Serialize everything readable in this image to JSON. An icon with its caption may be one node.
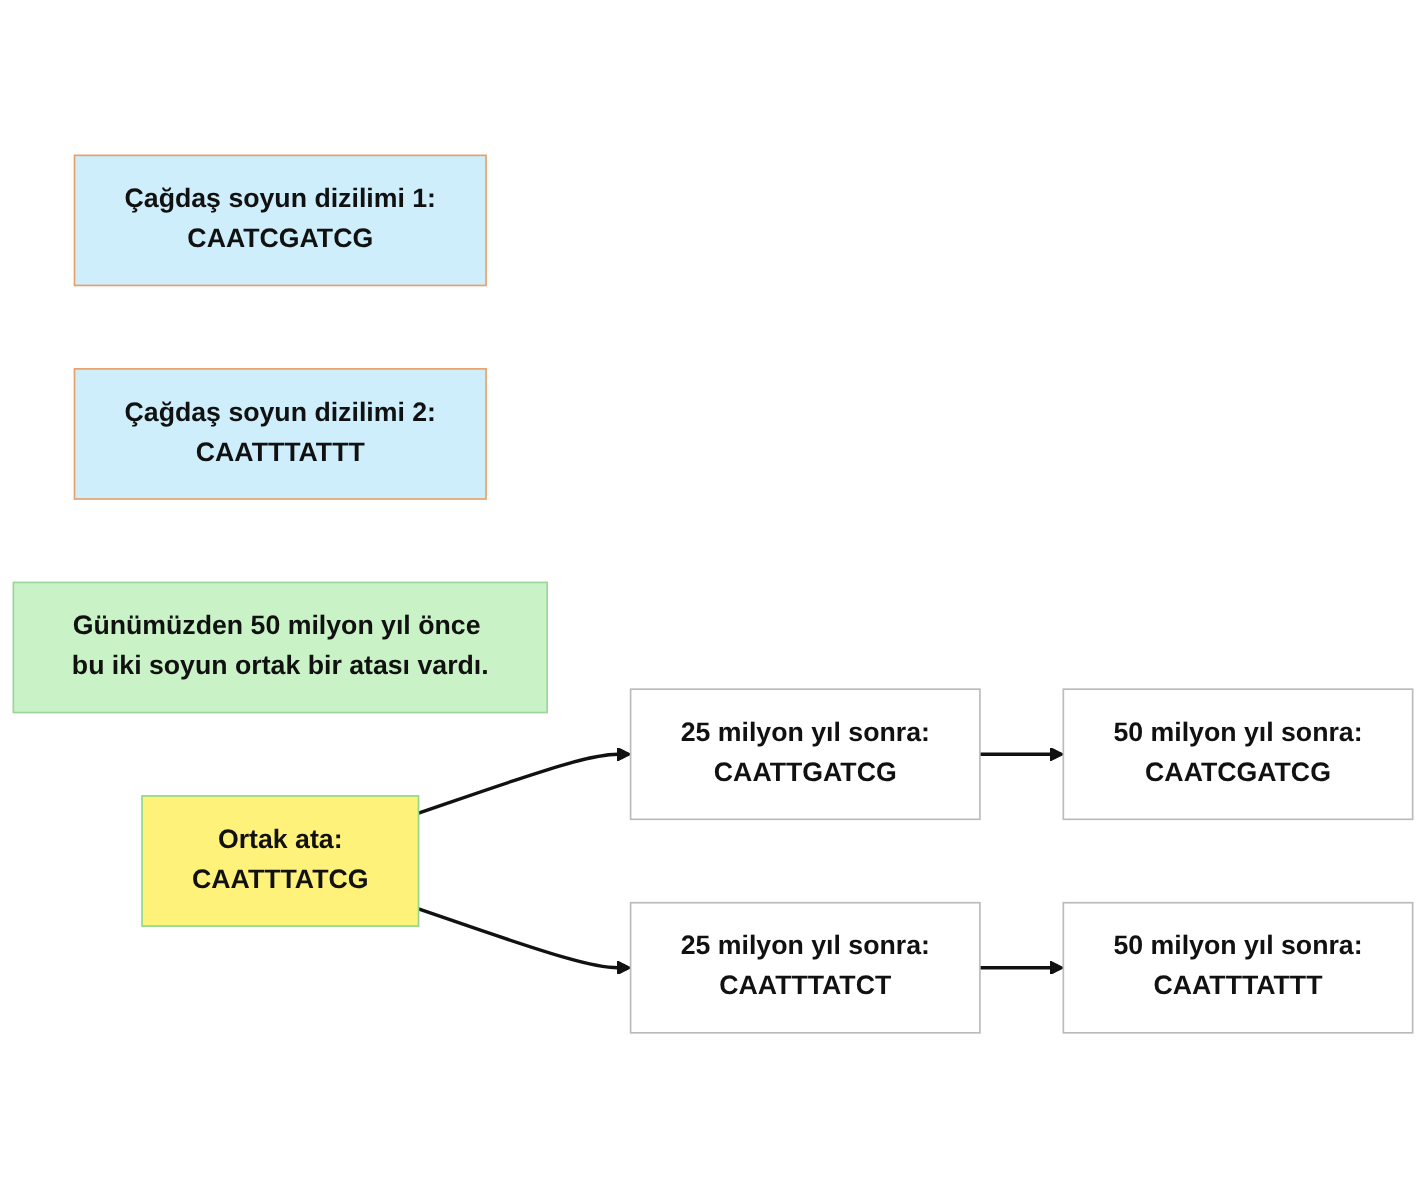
{
  "diagram": {
    "nodes": [
      {
        "text": [
          "Çağdaş soyun dizilimi 1:",
          "CAATCGATCG"
        ]
      },
      {
        "text": [
          "Çağdaş soyun dizilimi 2:",
          "CAATTTATTT"
        ]
      },
      {
        "text": [
          "Günümüzden 50 milyon yıl önce bu iki soyun ortak bir atası vardı."
        ]
      },
      {
        "text": [
          "Ortak ata:",
          "CAATTTATCG"
        ]
      },
      {
        "text": [
          "25 milyon yıl sonra:",
          "CAATTGATCG"
        ]
      },
      {
        "text": [
          "25 milyon yıl sonra:",
          "CAATTTATCT"
        ]
      },
      {
        "text": [
          "50 milyon yıl sonra:",
          "CAATCGATCG"
        ]
      },
      {
        "text": [
          "50 milyon yıl sonra:",
          "CAATTTATTT"
        ]
      }
    ],
    "edges": [
      {
        "from": 3,
        "to": 4,
        "arrow": "to"
      },
      {
        "from": 3,
        "to": 5,
        "arrow": "to"
      },
      {
        "from": 4,
        "to": 6,
        "arrow": "to"
      },
      {
        "from": 5,
        "to": 7,
        "arrow": "to"
      }
    ]
  }
}
